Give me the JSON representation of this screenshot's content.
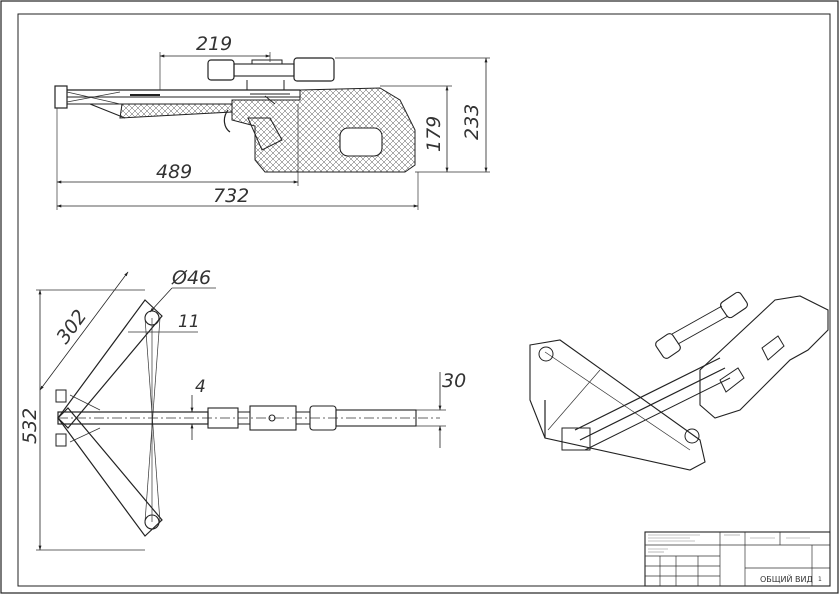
{
  "dimensions": {
    "top_view": {
      "d219": "219",
      "d233": "233",
      "d179": "179",
      "d489": "489",
      "d732": "732"
    },
    "front_view": {
      "d46": "Ø46",
      "d302": "302",
      "d11": "11",
      "d4": "4",
      "d532": "532",
      "d30": "30"
    }
  },
  "title_block": {
    "part_name": "ОБЩИЙ ВИД",
    "sheet_no": "1"
  },
  "colors": {
    "line": "#222222",
    "paper": "#ffffff",
    "text": "#333333"
  }
}
